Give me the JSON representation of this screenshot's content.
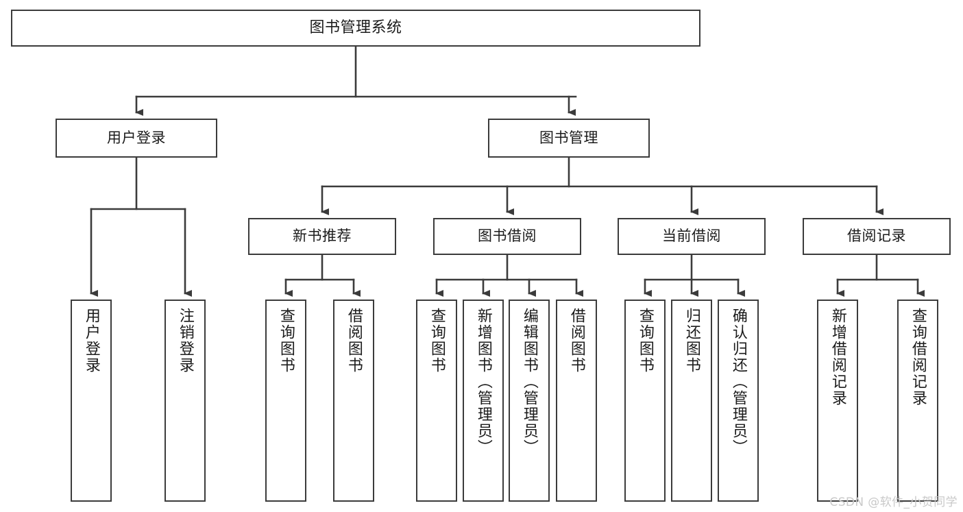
{
  "diagram": {
    "title": "图书管理系统",
    "watermark": "CSDN @软件_小贺同学",
    "line_color": "#3b3b3b",
    "box_border_color": "#3b3b3b",
    "box_fill": "#ffffff",
    "text_color": "#1b1b1b",
    "watermark_color": "#c9c9c9"
  },
  "nodes": {
    "root": {
      "label": "图书管理系统"
    },
    "level1": [
      {
        "id": "user-login",
        "label": "用户登录"
      },
      {
        "id": "book-manage",
        "label": "图书管理"
      }
    ],
    "level2": [
      {
        "id": "new-book-recommend",
        "label": "新书推荐"
      },
      {
        "id": "book-borrow",
        "label": "图书借阅"
      },
      {
        "id": "current-borrow",
        "label": "当前借阅"
      },
      {
        "id": "borrow-record",
        "label": "借阅记录"
      }
    ],
    "leaves": {
      "user_login": [
        {
          "id": "leaf-user-login",
          "label": "用户登录"
        },
        {
          "id": "leaf-logout-login",
          "label": "注销登录"
        }
      ],
      "new_book_recommend": [
        {
          "id": "leaf-query-book-1",
          "label": "查询图书"
        },
        {
          "id": "leaf-borrow-book-1",
          "label": "借阅图书"
        }
      ],
      "book_borrow": [
        {
          "id": "leaf-query-book-2",
          "label": "查询图书"
        },
        {
          "id": "leaf-add-book-admin",
          "label": "新增图书（管理员）"
        },
        {
          "id": "leaf-edit-book-admin",
          "label": "编辑图书（管理员）"
        },
        {
          "id": "leaf-borrow-book-2",
          "label": "借阅图书"
        }
      ],
      "current_borrow": [
        {
          "id": "leaf-query-book-3",
          "label": "查询图书"
        },
        {
          "id": "leaf-return-book",
          "label": "归还图书"
        },
        {
          "id": "leaf-confirm-return-admin",
          "label": "确认归还（管理员）"
        }
      ],
      "borrow_record": [
        {
          "id": "leaf-add-borrow-record",
          "label": "新增借阅记录"
        },
        {
          "id": "leaf-query-borrow-record",
          "label": "查询借阅记录"
        }
      ]
    }
  }
}
